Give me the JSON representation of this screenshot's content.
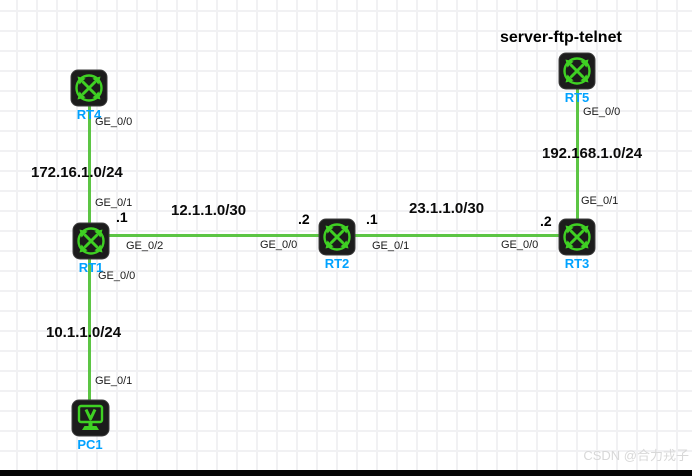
{
  "diagram_title": "server-ftp-telnet",
  "watermark": "CSDN @合力戎子",
  "colors": {
    "link_green": "#5cc544",
    "icon_green": "#3fd123",
    "icon_bg": "#1c1c1c",
    "device_name_blue": "#00a2ff",
    "grid_line": "#f1f1f3"
  },
  "devices": [
    {
      "name": "RT4",
      "type": "router"
    },
    {
      "name": "RT1",
      "type": "router"
    },
    {
      "name": "RT2",
      "type": "router"
    },
    {
      "name": "RT3",
      "type": "router"
    },
    {
      "name": "RT5",
      "type": "router"
    },
    {
      "name": "PC1",
      "type": "pc"
    }
  ],
  "links": [
    {
      "from": "RT4",
      "to": "RT1"
    },
    {
      "from": "RT1",
      "to": "PC1"
    },
    {
      "from": "RT1",
      "to": "RT2"
    },
    {
      "from": "RT2",
      "to": "RT3"
    },
    {
      "from": "RT5",
      "to": "RT3"
    }
  ],
  "interface_labels": [
    {
      "text": "GE_0/0",
      "device": "RT4"
    },
    {
      "text": "GE_0/1",
      "device": "RT1"
    },
    {
      "text": ".1",
      "device": "RT1"
    },
    {
      "text": "GE_0/2",
      "device": "RT1"
    },
    {
      "text": "GE_0/0",
      "device": "RT1"
    },
    {
      "text": "GE_0/1",
      "device": "PC1"
    },
    {
      "text": ".2",
      "device": "RT2"
    },
    {
      "text": "GE_0/0",
      "device": "RT2"
    },
    {
      "text": ".1",
      "device": "RT2"
    },
    {
      "text": "GE_0/1",
      "device": "RT2"
    },
    {
      "text": ".2",
      "device": "RT3"
    },
    {
      "text": "GE_0/0",
      "device": "RT3"
    },
    {
      "text": "GE_0/1",
      "device": "RT3"
    },
    {
      "text": "GE_0/0",
      "device": "RT5"
    }
  ],
  "network_labels": [
    {
      "text": "172.16.1.0/24"
    },
    {
      "text": "12.1.1.0/30"
    },
    {
      "text": "23.1.1.0/30"
    },
    {
      "text": "192.168.1.0/24"
    },
    {
      "text": "10.1.1.0/24"
    }
  ]
}
